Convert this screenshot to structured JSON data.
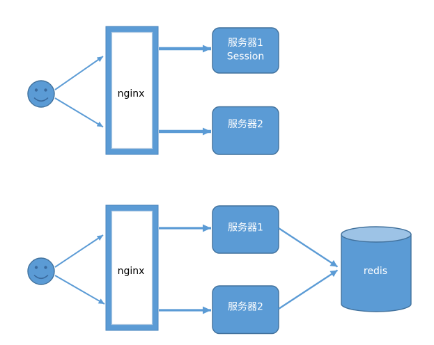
{
  "colors": {
    "accent": "#5b9bd5",
    "shape-border": "#41719c",
    "feature": "#3a6a9e",
    "proxy-outline": "#4a84bd",
    "proxy-inner-border": "#b0c9e2",
    "cylinder-top": "#9dc3e6",
    "label-dark": "#000000",
    "label-light": "#ffffff"
  },
  "diagram_top": {
    "proxy_label": "nginx",
    "server1_line1": "服务器1",
    "server1_line2": "Session",
    "server2_label": "服务器2"
  },
  "diagram_bottom": {
    "proxy_label": "nginx",
    "server1_label": "服务器1",
    "server2_label": "服务器2",
    "store_label": "redis"
  }
}
